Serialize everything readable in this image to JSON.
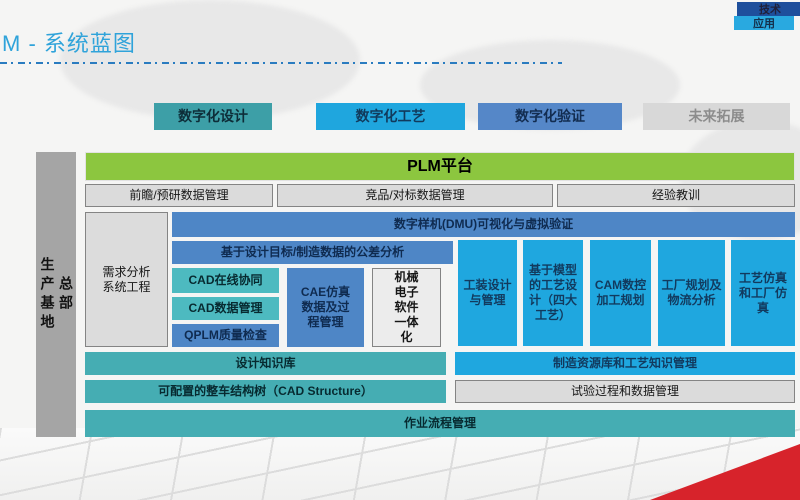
{
  "palette": {
    "title_blue": "#2fa3da",
    "plm_green": "#8cc63f",
    "track_teal": "#3d9fa7",
    "bright_cyan": "#1fa7df",
    "mid_blue": "#4e86c6",
    "slate_blue": "#5587c8",
    "teal": "#45adb3",
    "gray_box": "#dbdbdb",
    "side_band_gray": "#a5a5a5",
    "corner_red": "#d7232b",
    "tab_navy": "#1e4f9c"
  },
  "header": {
    "title": "M - 系统蓝图",
    "tabs": [
      {
        "label": "技术"
      },
      {
        "label": "应用"
      }
    ]
  },
  "tracks": [
    {
      "label": "数字化设计"
    },
    {
      "label": "数字化工艺"
    },
    {
      "label": "数字化验证"
    },
    {
      "label": "未来拓展"
    }
  ],
  "diagram": {
    "side_band": {
      "line1": "总部",
      "line2": "生产基地"
    },
    "platform": "PLM平台",
    "top_row": [
      "前瞻/预研数据管理",
      "竞品/对标数据管理",
      "经验教训"
    ],
    "dmu": "数字样机(DMU)可视化与虚拟验证",
    "requirements": {
      "line1": "需求分析",
      "line2": "系统工程"
    },
    "tolerance": "基于设计目标/制造数据的公差分析",
    "design_stack": [
      "CAD在线协同",
      "CAD数据管理",
      "QPLM质量检查"
    ],
    "cae": "CAE仿真数据及过程管理",
    "mechatronics": "机械电子软件一体化",
    "process_cols": [
      "工装设计与管理",
      "基于模型的工艺设计（四大工艺）",
      "CAM数控加工规划",
      "工厂规划及物流分析",
      "工艺仿真和工厂仿真"
    ],
    "design_knowledge": "设计知识库",
    "mfg_knowledge": "制造资源库和工艺知识管理",
    "structure_tree": "可配置的整车结构树（CAD Structure）",
    "test_mgmt": "试验过程和数据管理",
    "workflow": "作业流程管理"
  }
}
